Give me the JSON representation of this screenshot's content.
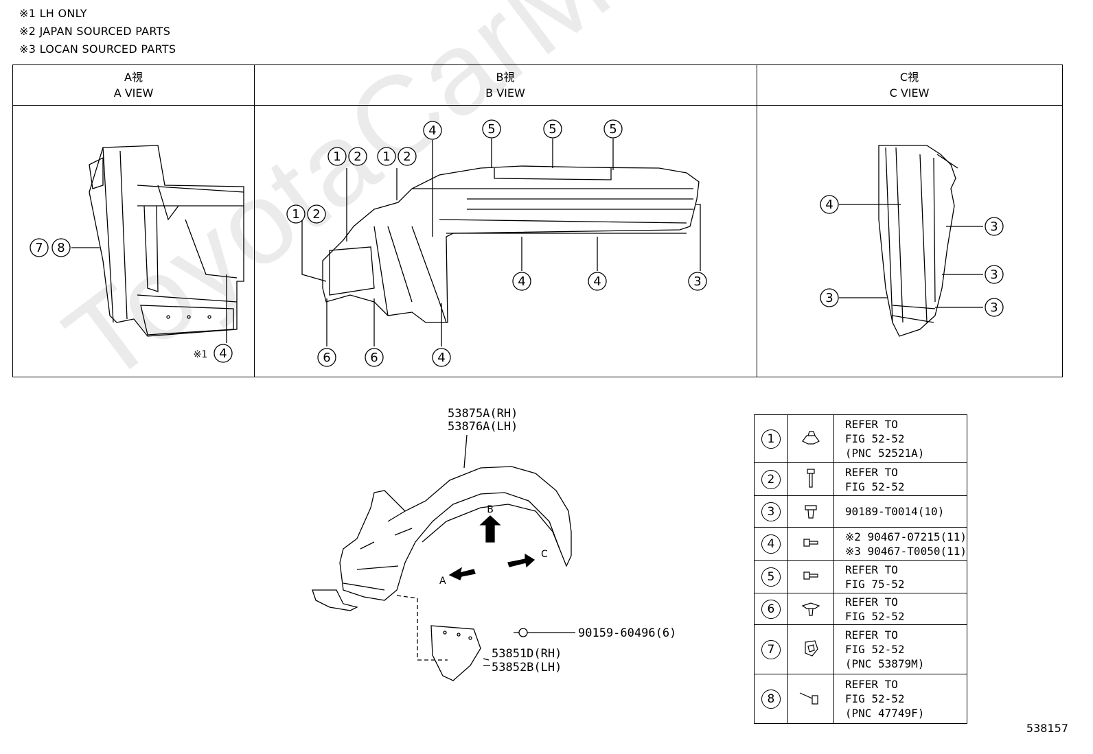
{
  "notes": [
    "※1 LH ONLY",
    "※2 JAPAN SOURCED PARTS",
    "※3 LOCAN SOURCED PARTS"
  ],
  "watermark": "ToyotaCarMine.ru",
  "views": [
    {
      "jp": "A視",
      "en": "A VIEW"
    },
    {
      "jp": "B視",
      "en": "B VIEW"
    },
    {
      "jp": "C視",
      "en": "C VIEW"
    }
  ],
  "view_a": {
    "callout_pair": [
      "7",
      "8"
    ],
    "callout_4": "4",
    "note_mark": "※1"
  },
  "view_b": {
    "top": [
      "4",
      "5",
      "5",
      "5"
    ],
    "pairs": [
      [
        "1",
        "2"
      ],
      [
        "1",
        "2"
      ],
      [
        "1",
        "2"
      ]
    ],
    "bottom": [
      "6",
      "6",
      "4",
      "4",
      "4",
      "3"
    ]
  },
  "view_c": {
    "left": [
      "4",
      "3"
    ],
    "right": [
      "3",
      "3",
      "3"
    ]
  },
  "main": {
    "liner_rh": "53875A(RH)",
    "liner_lh": "53876A(LH)",
    "flap_rh": "53851D(RH)",
    "flap_lh": "53852B(LH)",
    "screw": "90159-60496(6)",
    "arrow_a": "A",
    "arrow_b": "B",
    "arrow_c": "C"
  },
  "legend": [
    {
      "num": "1",
      "icon": "clip-nut-icon",
      "lines": [
        "REFER TO",
        "FIG 52-52",
        "(PNC 52521A)"
      ]
    },
    {
      "num": "2",
      "icon": "screw-icon",
      "lines": [
        "REFER TO",
        "FIG 52-52"
      ]
    },
    {
      "num": "3",
      "icon": "push-clip-icon",
      "lines": [
        "90189-T0014(10)"
      ]
    },
    {
      "num": "4",
      "icon": "rivet-clip-icon",
      "lines": [
        "※2 90467-07215(11)",
        "※3 90467-T0050(11)"
      ]
    },
    {
      "num": "5",
      "icon": "rivet-clip-icon",
      "lines": [
        "REFER TO",
        "FIG 75-52"
      ]
    },
    {
      "num": "6",
      "icon": "push-clip-icon",
      "lines": [
        "REFER TO",
        "FIG 52-52"
      ]
    },
    {
      "num": "7",
      "icon": "grommet-icon",
      "lines": [
        "REFER TO",
        "FIG 52-52",
        "(PNC 53879M)"
      ]
    },
    {
      "num": "8",
      "icon": "bolt-icon",
      "lines": [
        "REFER TO",
        "FIG 52-52",
        "(PNC 47749F)"
      ]
    }
  ],
  "page_number": "538157"
}
